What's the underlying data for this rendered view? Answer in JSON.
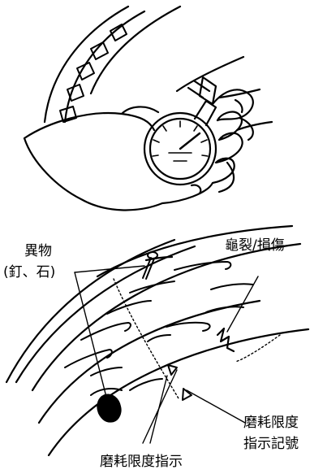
{
  "labels": {
    "foreign_object": "異物",
    "foreign_object_detail": "(釘、石)",
    "crack_damage": "龜裂/損傷",
    "wear_limit_mark_line1": "磨耗限度",
    "wear_limit_mark_line2": "指示記號",
    "wear_limit_indicator": "磨耗限度指示"
  }
}
